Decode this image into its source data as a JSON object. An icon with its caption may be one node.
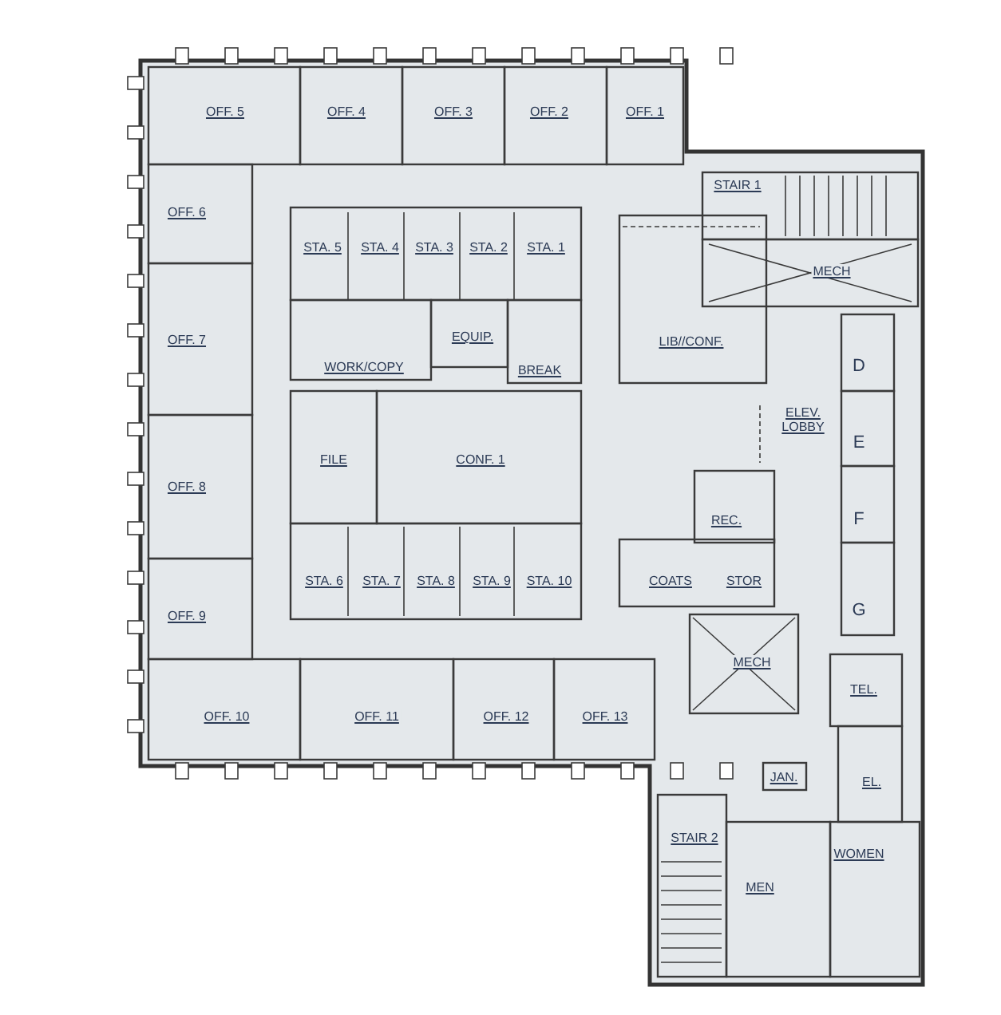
{
  "diagram": {
    "labels": [
      "OFF. 5",
      "OFF. 4",
      "OFF. 3",
      "OFF. 2",
      "OFF. 1",
      "STAIR 1",
      "OFF. 6",
      "STA. 5",
      "STA. 4",
      "STA. 3",
      "STA. 2",
      "STA. 1",
      "MECH",
      "OFF. 7",
      "EQUIP.",
      "LIB//CONF.",
      "WORK/COPY",
      "BREAK",
      "D",
      "ELEV. LOBBY",
      "E",
      "FILE",
      "CONF. 1",
      "OFF. 8",
      "REC.",
      "F",
      "STA. 6",
      "STA. 7",
      "STA. 8",
      "STA. 9",
      "STA. 10",
      "COATS",
      "STOR",
      "OFF. 9",
      "G",
      "MECH",
      "OFF. 10",
      "OFF. 11",
      "OFF. 12",
      "OFF. 13",
      "TEL.",
      "JAN.",
      "EL.",
      "STAIR 2",
      "WOMEN",
      "MEN"
    ]
  }
}
